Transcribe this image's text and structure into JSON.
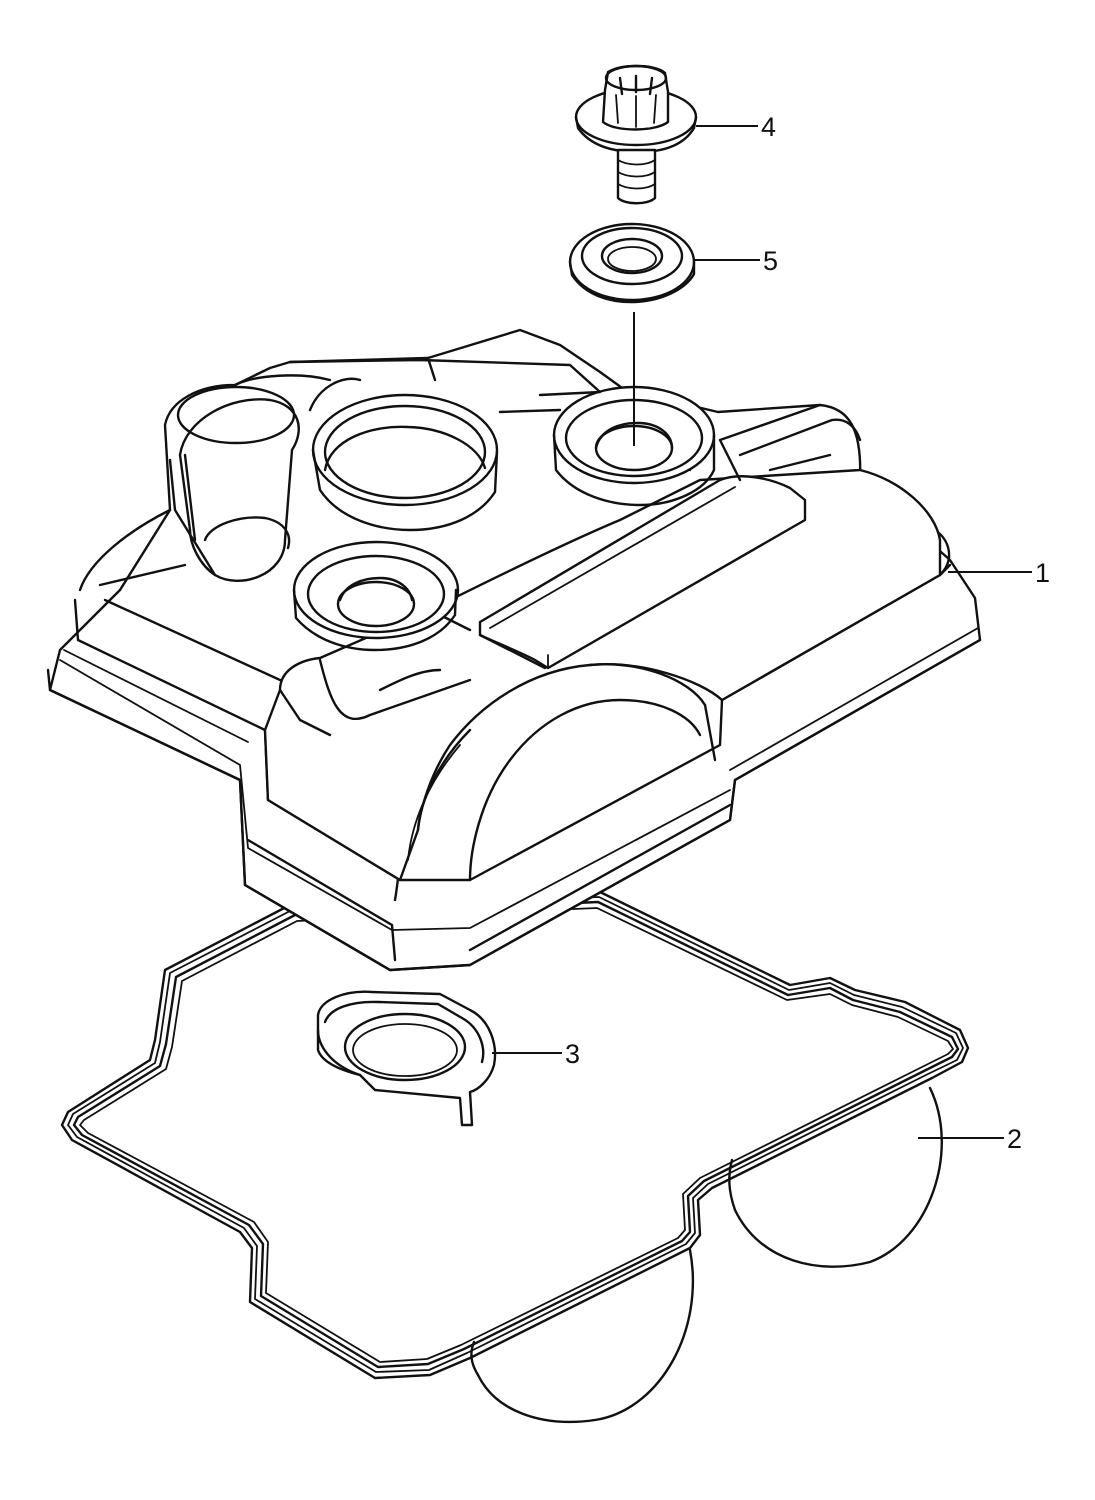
{
  "diagram": {
    "type": "exploded-parts-view",
    "line_color": "#111111",
    "background": "#ffffff",
    "parts": [
      {
        "id": "part-1",
        "label": "1"
      },
      {
        "id": "part-2",
        "label": "2"
      },
      {
        "id": "part-3",
        "label": "3"
      },
      {
        "id": "part-4",
        "label": "4"
      },
      {
        "id": "part-5",
        "label": "5"
      }
    ]
  }
}
